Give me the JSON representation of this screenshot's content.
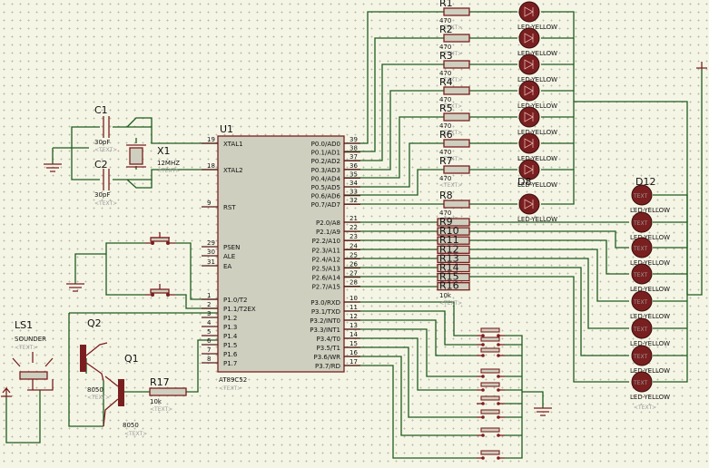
{
  "mcu": {
    "ref": "U1",
    "part": "AT89C52",
    "text": "<TEXT>"
  },
  "left_pins": [
    {
      "num": "19",
      "name": "XTAL1"
    },
    {
      "num": "18",
      "name": "XTAL2"
    },
    {
      "num": "9",
      "name": "RST"
    },
    {
      "num": "29",
      "name": "PSEN"
    },
    {
      "num": "30",
      "name": "ALE"
    },
    {
      "num": "31",
      "name": "EA"
    },
    {
      "num": "1",
      "name": "P1.0/T2"
    },
    {
      "num": "2",
      "name": "P1.1/T2EX"
    },
    {
      "num": "3",
      "name": "P1.2"
    },
    {
      "num": "4",
      "name": "P1.3"
    },
    {
      "num": "5",
      "name": "P1.4"
    },
    {
      "num": "6",
      "name": "P1.5"
    },
    {
      "num": "7",
      "name": "P1.6"
    },
    {
      "num": "8",
      "name": "P1.7"
    }
  ],
  "p0_pins": [
    {
      "num": "39",
      "name": "P0.0/AD0"
    },
    {
      "num": "38",
      "name": "P0.1/AD1"
    },
    {
      "num": "37",
      "name": "P0.2/AD2"
    },
    {
      "num": "36",
      "name": "P0.3/AD3"
    },
    {
      "num": "35",
      "name": "P0.4/AD4"
    },
    {
      "num": "34",
      "name": "P0.5/AD5"
    },
    {
      "num": "33",
      "name": "P0.6/AD6"
    },
    {
      "num": "32",
      "name": "P0.7/AD7"
    }
  ],
  "p2_pins": [
    {
      "num": "21",
      "name": "P2.0/A8"
    },
    {
      "num": "22",
      "name": "P2.1/A9"
    },
    {
      "num": "23",
      "name": "P2.2/A10"
    },
    {
      "num": "24",
      "name": "P2.3/A11"
    },
    {
      "num": "25",
      "name": "P2.4/A12"
    },
    {
      "num": "26",
      "name": "P2.5/A13"
    },
    {
      "num": "27",
      "name": "P2.6/A14"
    },
    {
      "num": "28",
      "name": "P2.7/A15"
    }
  ],
  "p3_pins": [
    {
      "num": "10",
      "name": "P3.0/RXD"
    },
    {
      "num": "11",
      "name": "P3.1/TXD"
    },
    {
      "num": "12",
      "name": "P3.2/INT0"
    },
    {
      "num": "13",
      "name": "P3.3/INT1"
    },
    {
      "num": "14",
      "name": "P3.4/T0"
    },
    {
      "num": "15",
      "name": "P3.5/T1"
    },
    {
      "num": "16",
      "name": "P3.6/WR"
    },
    {
      "num": "17",
      "name": "P3.7/RD"
    }
  ],
  "crystal": {
    "ref": "X1",
    "value": "12MHZ",
    "text": "<TEXT>"
  },
  "cap1": {
    "ref": "C1",
    "value": "30pF",
    "text": "<TEXT>"
  },
  "cap2": {
    "ref": "C2",
    "value": "30pF",
    "text": "<TEXT>"
  },
  "sounder": {
    "ref": "LS1",
    "value": "SOUNDER",
    "text": "<TEXT>"
  },
  "q2": {
    "ref": "Q2",
    "value": "8050",
    "text": "<TEXT>"
  },
  "q1": {
    "ref": "Q1",
    "value": "8050",
    "text": "<TEXT>"
  },
  "r17": {
    "ref": "R17",
    "value": "10k",
    "text": "<TEXT>"
  },
  "res_bank1": {
    "refs": [
      "R1",
      "R2",
      "R3",
      "R4",
      "R5",
      "R6",
      "R7",
      "R8"
    ],
    "value": "470",
    "text": "<TEXT>"
  },
  "res_bank2": {
    "refs": [
      "R9",
      "R10",
      "R11",
      "R12",
      "R13",
      "R14",
      "R15",
      "R16"
    ],
    "value": "10k",
    "text": "<TEXT>"
  },
  "led_bank1": {
    "label": "LED-YELLOW",
    "visible_ref": "D8"
  },
  "led_bank2": {
    "label": "LED-YELLOW",
    "visible_ref": "D12",
    "text": "<TEXT>"
  },
  "led_text_fill": "TEXT",
  "colors": {
    "wire": "#1d5c1d",
    "body": "#7a1f1f",
    "chip_fill": "#cfcfbf",
    "led_fill": "#7a1f1f"
  }
}
